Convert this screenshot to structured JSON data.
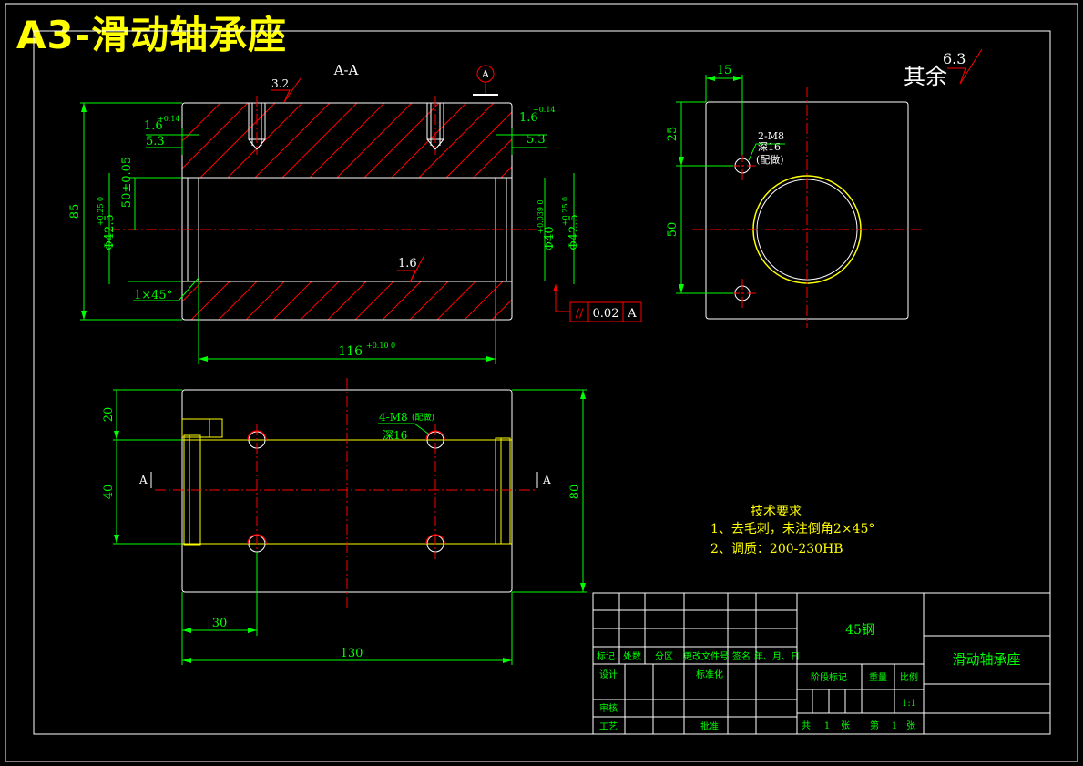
{
  "title": "A3-滑动轴承座",
  "section_label": "A-A",
  "datum_label": "A",
  "surface_roughness": {
    "top": "3.2",
    "bore": "1.6",
    "rest_prefix": "其余",
    "rest_value": "6.3"
  },
  "dims_section": {
    "chamfer_left": "1.6",
    "chamfer_left_tol": "+0.14",
    "chamfer_right": "1.6",
    "chamfer_right_tol": "+0.14",
    "offset_left": "5.3",
    "offset_right": "5.3",
    "height_total": "85",
    "center_height": "50±0.05",
    "groove_dia_left": "Φ42.5",
    "groove_dia_left_tol": "+0.25 0",
    "bore_dia": "Φ40",
    "bore_dia_tol": "+0.039 0",
    "groove_dia_right": "Φ42.5",
    "groove_dia_right_tol": "+0.25 0",
    "chamfer_note": "1×45°",
    "length_inner": "116",
    "length_inner_tol": "+0.10 0"
  },
  "tolerance_frame": {
    "symbol": "//",
    "value": "0.02",
    "datum": "A"
  },
  "dims_side": {
    "hole_offset": "15",
    "top_to_hole": "25",
    "hole_spacing": "50",
    "hole_note_1": "2-M8",
    "hole_note_2": "深16",
    "hole_note_3": "(配做)"
  },
  "dims_plan": {
    "edge_to_hole": "20",
    "hole_spacing": "40",
    "overall_width": "80",
    "hole_note": "4-M8",
    "hole_note_extra": "(配做)",
    "hole_depth": "深16",
    "section_mark_left": "A",
    "section_mark_right": "A",
    "hole_x": "30",
    "overall_length": "130"
  },
  "tech_req": {
    "heading": "技术要求",
    "item1": "1、去毛刺，未注倒角2×45°",
    "item2": "2、调质：200-230HB"
  },
  "title_block": {
    "material": "45钢",
    "part_name": "滑动轴承座",
    "row_labels": [
      "标记",
      "处数",
      "分区",
      "更改文件号",
      "签名",
      "年、月、日"
    ],
    "design": "设计",
    "standardize": "标准化",
    "review": "审核",
    "process": "工艺",
    "approve": "批准",
    "stage_mark": "阶段标记",
    "weight": "重量",
    "scale_label": "比例",
    "scale_value": "1:1",
    "sheets_total_prefix": "共",
    "sheets_total": "1",
    "sheets_unit": "张",
    "sheet_no_prefix": "第",
    "sheet_no": "1",
    "sheet_no_unit": "张"
  },
  "colors": {
    "background": "#000000",
    "outline": "#ffffff",
    "dimension": "#00ff00",
    "annotation": "#ffff00",
    "hatch": "#ff0000",
    "center_line": "#ff0000",
    "title": "#ffff00"
  }
}
